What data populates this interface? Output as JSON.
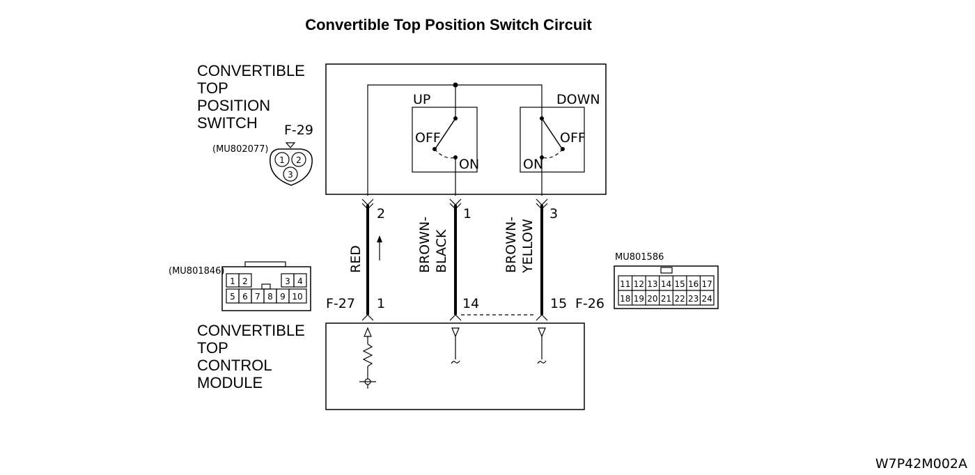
{
  "title": "Convertible Top Position Switch Circuit",
  "figure_code": "W7P42M002A",
  "switch": {
    "name_lines": [
      "CONVERTIBLE",
      "TOP",
      "POSITION",
      "SWITCH"
    ],
    "connector": "F-29",
    "part_no": "(MU802077)",
    "pins": [
      "1",
      "2",
      "3"
    ],
    "up_label": "UP",
    "down_label": "DOWN",
    "off_label": "OFF",
    "on_label": "ON"
  },
  "module": {
    "name_lines": [
      "CONVERTIBLE",
      "TOP",
      "CONTROL",
      "MODULE"
    ]
  },
  "wires": [
    {
      "color": "RED",
      "switch_pin": "2",
      "module_pin": "1"
    },
    {
      "color_lines": [
        "BROWN-",
        "BLACK"
      ],
      "switch_pin": "1",
      "module_pin": "14"
    },
    {
      "color_lines": [
        "BROWN-",
        "YELLOW"
      ],
      "switch_pin": "3",
      "module_pin": "15"
    }
  ],
  "connector_f27": {
    "label": "F-27",
    "part_no": "(MU801846)",
    "pins_top": [
      "1",
      "2",
      "3",
      "4"
    ],
    "pins_bottom": [
      "5",
      "6",
      "7",
      "8",
      "9",
      "10"
    ]
  },
  "connector_f26": {
    "label": "F-26",
    "part_no": "MU801586",
    "pins_top": [
      "11",
      "12",
      "13",
      "14",
      "15",
      "16",
      "17"
    ],
    "pins_bottom": [
      "18",
      "19",
      "20",
      "21",
      "22",
      "23",
      "24"
    ]
  }
}
